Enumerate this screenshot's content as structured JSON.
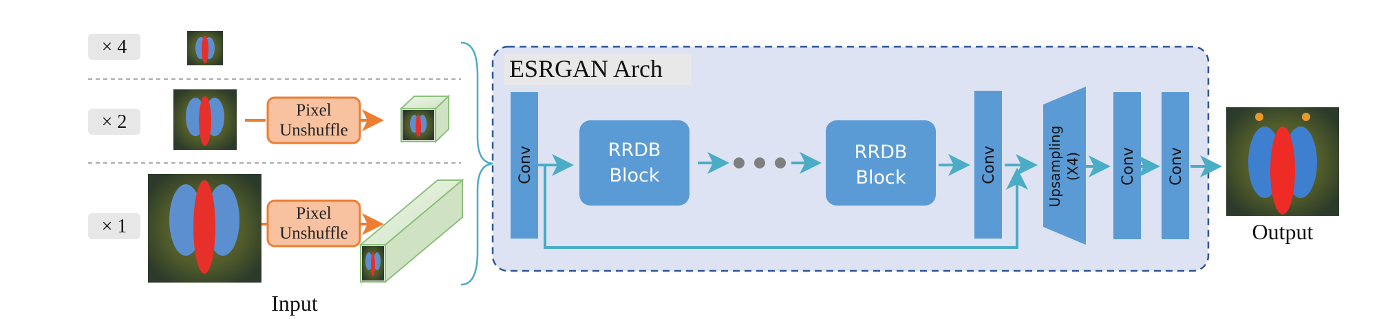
{
  "scales": [
    {
      "label": "× 4"
    },
    {
      "label": "× 2"
    },
    {
      "label": "× 1"
    }
  ],
  "pixel_unshuffle": {
    "line1": "Pixel",
    "line2": "Unshuffle"
  },
  "input_label": "Input",
  "arch_title": "ESRGAN Arch",
  "blocks": {
    "conv": "Conv",
    "rrdb_line1": "RRDB",
    "rrdb_line2": "Block",
    "upsampling_line1": "Upsampling",
    "upsampling_line2": "(X4)"
  },
  "output_label": "Output",
  "colors": {
    "block_blue": "#5b9bd5",
    "arrow_teal": "#4bacc6",
    "arrow_orange": "#ed7d31",
    "box_orange": "#f8c1a0",
    "arch_bg": "#dde3f3",
    "arch_border": "#2f5597",
    "tensor_green": "#d9ead3"
  }
}
